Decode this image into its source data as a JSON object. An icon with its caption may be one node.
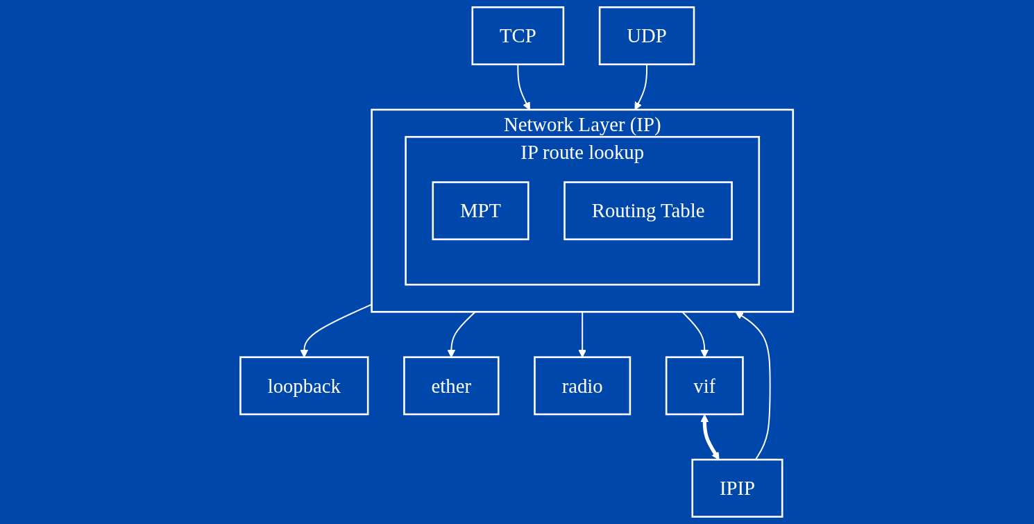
{
  "diagram": {
    "nodes": [
      {
        "text": [
          "TCP"
        ]
      },
      {
        "text": [
          "UDP"
        ]
      },
      {
        "text": [
          "IPIP"
        ]
      },
      {
        "text": [
          "Network Layer (IP)"
        ]
      },
      {
        "text": [
          "IP route lookup"
        ],
        "in": 3
      },
      {
        "text": [
          "MPT"
        ],
        "in": 4
      },
      {
        "text": [
          "Routing Table"
        ],
        "in": 4
      },
      {
        "text": [
          "loopback"
        ]
      },
      {
        "text": [
          "ether"
        ]
      },
      {
        "text": [
          "radio"
        ]
      },
      {
        "text": [
          "vif"
        ]
      }
    ],
    "edges": [
      {
        "from": 0,
        "to": 3,
        "arrow": "to"
      },
      {
        "from": 1,
        "to": 3,
        "arrow": "to"
      },
      {
        "from": 2,
        "to": 3,
        "arrow": "to"
      },
      {
        "from": 3,
        "to": 7,
        "arrow": "to"
      },
      {
        "from": 3,
        "to": 8,
        "arrow": "to"
      },
      {
        "from": 3,
        "to": 9,
        "arrow": "to"
      },
      {
        "from": 3,
        "to": 10,
        "arrow": "to"
      },
      {
        "from": 10,
        "to": 2,
        "arrow": "both",
        "style": "thick"
      }
    ]
  }
}
